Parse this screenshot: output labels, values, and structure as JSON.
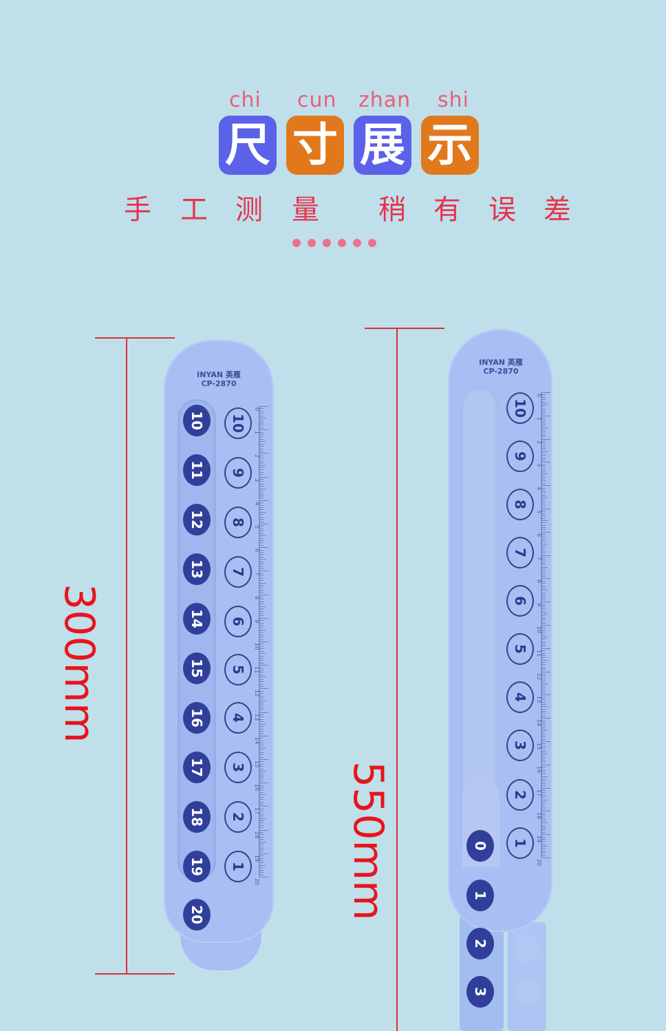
{
  "header": {
    "pinyin": [
      "chi",
      "cun",
      "zhan",
      "shi"
    ],
    "title_chars": [
      "尺",
      "寸",
      "展",
      "示"
    ],
    "title_colors": [
      "#5b61e8",
      "#e2781c",
      "#5b61e8",
      "#e2781c"
    ],
    "subtitle_chars": [
      "手",
      "工",
      "测",
      "量",
      "稍",
      "有",
      "误",
      "差"
    ]
  },
  "dimensions": {
    "left_label": "300mm",
    "right_label": "550mm",
    "line_color": "#d8303a"
  },
  "ruler_left": {
    "brand": "INYAN 英雁",
    "model": "CP-2870",
    "dark_badges": [
      "10",
      "11",
      "12",
      "13",
      "14",
      "15",
      "16",
      "17",
      "18",
      "19",
      "20"
    ],
    "light_badges": [
      "10",
      "9",
      "8",
      "7",
      "6",
      "5",
      "4",
      "3",
      "2",
      "1"
    ],
    "scale_numbers": [
      "0",
      "1",
      "2",
      "3",
      "4",
      "5",
      "6",
      "7",
      "8",
      "9",
      "10",
      "11",
      "12",
      "13",
      "14",
      "15",
      "16",
      "17",
      "18",
      "19",
      "20"
    ]
  },
  "ruler_right": {
    "brand": "INYAN 英雁",
    "model": "CP-2870",
    "dark_badges": [
      "0",
      "1",
      "2",
      "3"
    ],
    "light_badges": [
      "10",
      "9",
      "8",
      "7",
      "6",
      "5",
      "4",
      "3",
      "2",
      "1"
    ],
    "scale_numbers": [
      "0",
      "1",
      "2",
      "3",
      "4",
      "5",
      "6",
      "7",
      "8",
      "9",
      "10",
      "11",
      "12",
      "13",
      "14",
      "15",
      "16",
      "17",
      "18",
      "19",
      "20"
    ]
  },
  "colors": {
    "background": "#bfe0ea",
    "ruler_body": "#a9bff3",
    "badge_dark": "#2f3f9a",
    "pinyin": "#e7607a",
    "subtitle": "#e6334f"
  }
}
